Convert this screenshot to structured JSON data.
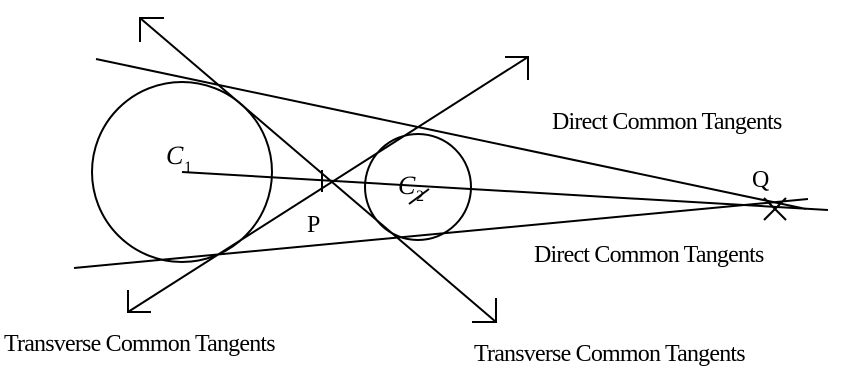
{
  "points": {
    "c1_letter": "C",
    "c1_subscript": "1",
    "c2_letter": "C",
    "c2_subscript": "2",
    "p": "P",
    "q": "Q"
  },
  "labels": {
    "direct_top": "Direct Common Tangents",
    "direct_bottom": "Direct Common Tangents",
    "transverse_left": "Transverse Common Tangents",
    "transverse_right": "Transverse Common Tangents"
  }
}
